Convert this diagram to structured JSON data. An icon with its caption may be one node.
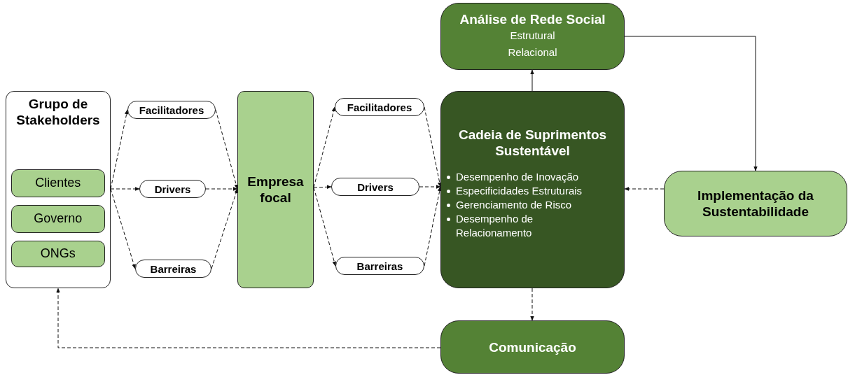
{
  "diagram": {
    "nodes": [
      {
        "text": [
          "Grupo de Stakeholders"
        ]
      },
      {
        "text": [
          "Clientes"
        ],
        "in": 0
      },
      {
        "text": [
          "Governo"
        ],
        "in": 0
      },
      {
        "text": [
          "ONGs"
        ],
        "in": 0
      },
      {
        "text": [
          "Facilitadores"
        ]
      },
      {
        "text": [
          "Drivers"
        ]
      },
      {
        "text": [
          "Barreiras"
        ]
      },
      {
        "text": [
          "Empresa focal"
        ]
      },
      {
        "text": [
          "Facilitadores"
        ]
      },
      {
        "text": [
          "Drivers"
        ]
      },
      {
        "text": [
          "Barreiras"
        ]
      },
      {
        "text": [
          "Cadeia de Suprimentos Sustentável",
          "Desempenho de Inovação",
          "Especificidades Estruturais",
          "Gerenciamento de Risco",
          "Desempenho de Relacionamento"
        ]
      },
      {
        "text": [
          "Análise de Rede Social",
          "Estrutural",
          "Relacional"
        ]
      },
      {
        "text": [
          "Implementação da Sustentabilidade"
        ]
      },
      {
        "text": [
          "Comunicação"
        ]
      }
    ],
    "edges": [
      {
        "from": 0,
        "to": 4,
        "arrow": "to",
        "style": "dashed"
      },
      {
        "from": 0,
        "to": 5,
        "arrow": "to",
        "style": "dashed"
      },
      {
        "from": 0,
        "to": 6,
        "arrow": "to",
        "style": "dashed"
      },
      {
        "from": 4,
        "to": 7,
        "arrow": "to",
        "style": "dashed"
      },
      {
        "from": 5,
        "to": 7,
        "arrow": "to",
        "style": "dashed"
      },
      {
        "from": 6,
        "to": 7,
        "arrow": "to",
        "style": "dashed"
      },
      {
        "from": 7,
        "to": 8,
        "arrow": "to",
        "style": "dashed"
      },
      {
        "from": 7,
        "to": 9,
        "arrow": "to",
        "style": "dashed"
      },
      {
        "from": 7,
        "to": 10,
        "arrow": "to",
        "style": "dashed"
      },
      {
        "from": 8,
        "to": 11,
        "arrow": "to",
        "style": "dashed"
      },
      {
        "from": 9,
        "to": 11,
        "arrow": "to",
        "style": "dashed"
      },
      {
        "from": 10,
        "to": 11,
        "arrow": "to",
        "style": "dashed"
      },
      {
        "from": 11,
        "to": 12,
        "arrow": "to"
      },
      {
        "from": 12,
        "to": 13,
        "arrow": "to"
      },
      {
        "from": 13,
        "to": 11,
        "arrow": "to",
        "style": "dashed"
      },
      {
        "from": 11,
        "to": 14,
        "arrow": "to",
        "style": "dashed"
      },
      {
        "from": 14,
        "to": 0,
        "arrow": "to",
        "style": "dashed"
      }
    ]
  }
}
